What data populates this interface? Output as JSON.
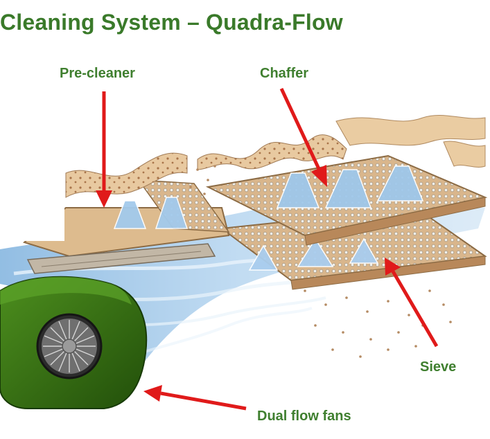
{
  "title": "Cleaning System – Quadra-Flow",
  "labels": {
    "pre_cleaner": "Pre-cleaner",
    "chaffer": "Chaffer",
    "sieve": "Sieve",
    "dual_flow_fans": "Dual flow fans"
  },
  "colors": {
    "title_green": "#3a7a2a",
    "label_green": "#3f7f2f",
    "arrow_red": "#e01a1a",
    "air_blue": "#9cc4e6",
    "screen_tan": "#d8b48a",
    "fan_green": "#2f6a12"
  }
}
